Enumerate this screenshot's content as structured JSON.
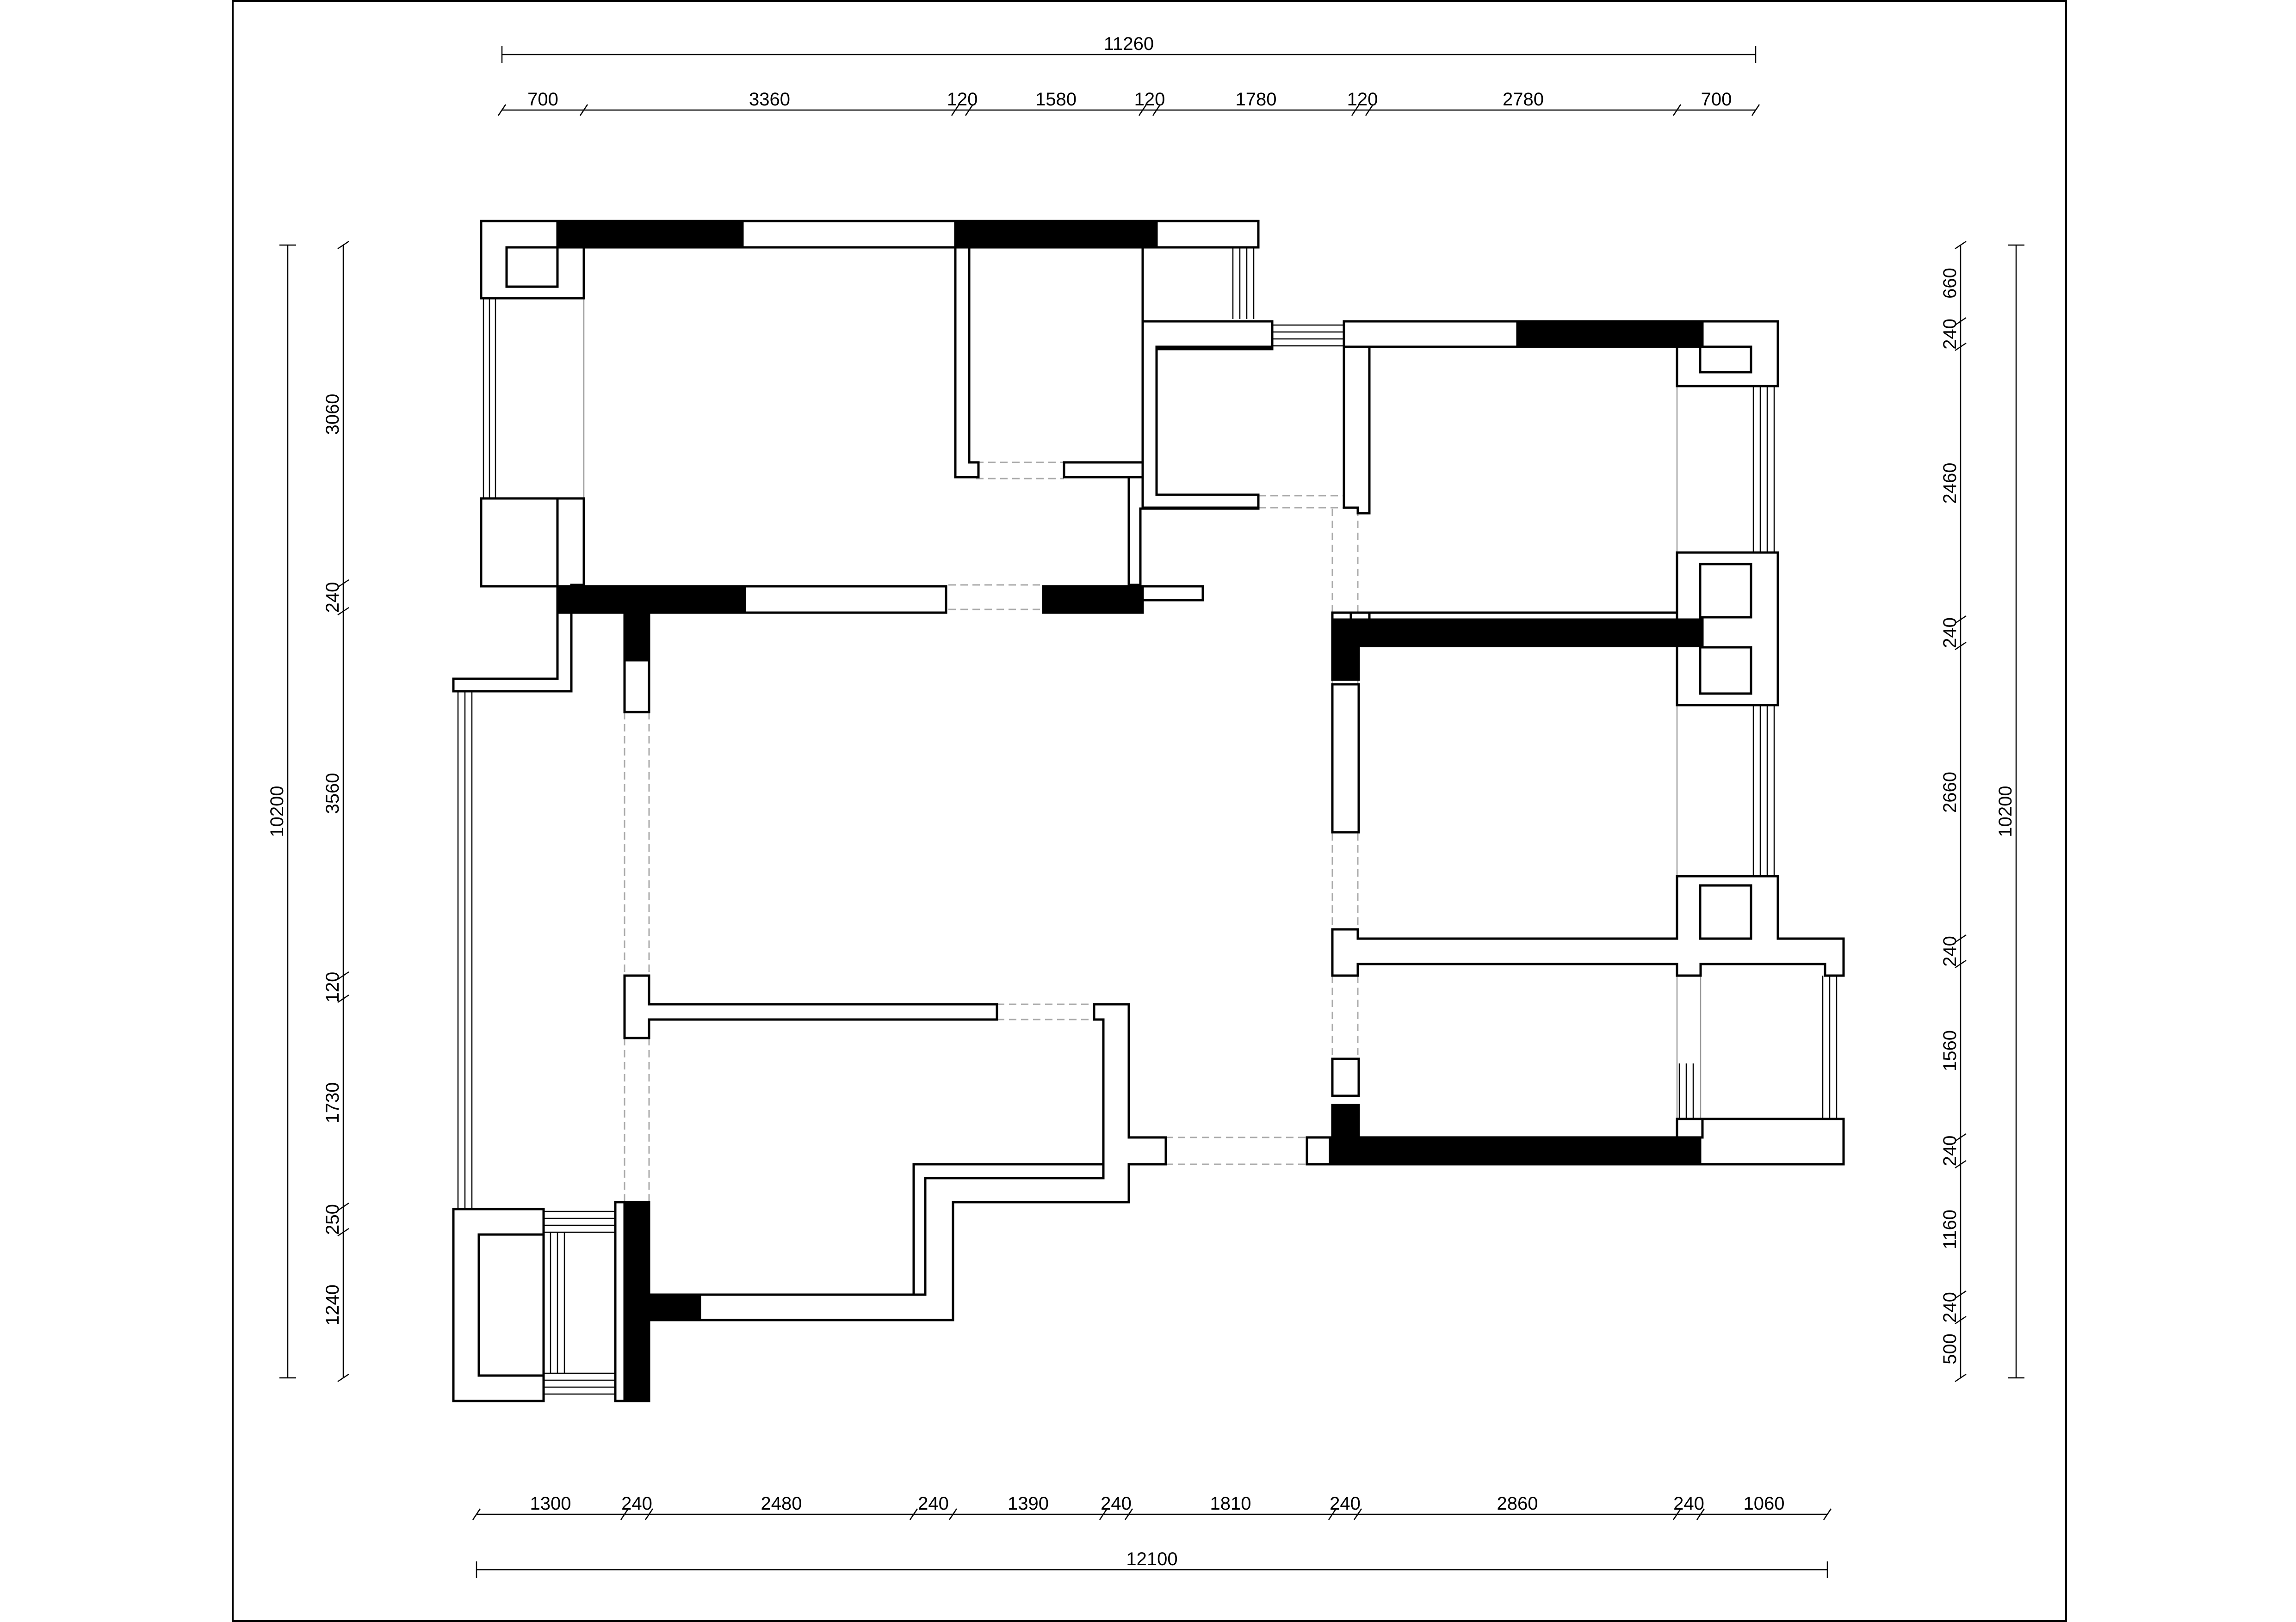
{
  "title": "",
  "dimensions": {
    "top_total": "11260",
    "top_segments": [
      "700",
      "3360",
      "120",
      "1580",
      "120",
      "1780",
      "120",
      "2780",
      "700"
    ],
    "bottom_total": "12100",
    "bottom_segments": [
      "1300",
      "240",
      "2480",
      "240",
      "1390",
      "240",
      "1810",
      "240",
      "2860",
      "240",
      "1060"
    ],
    "left_total": "10200",
    "left_segments": [
      "3060",
      "240",
      "3560",
      "120",
      "1730",
      "250",
      "1240"
    ],
    "right_total": "10200",
    "right_segments": [
      "660",
      "240",
      "2460",
      "240",
      "2660",
      "240",
      "1560",
      "240",
      "1160",
      "240",
      "500"
    ]
  }
}
